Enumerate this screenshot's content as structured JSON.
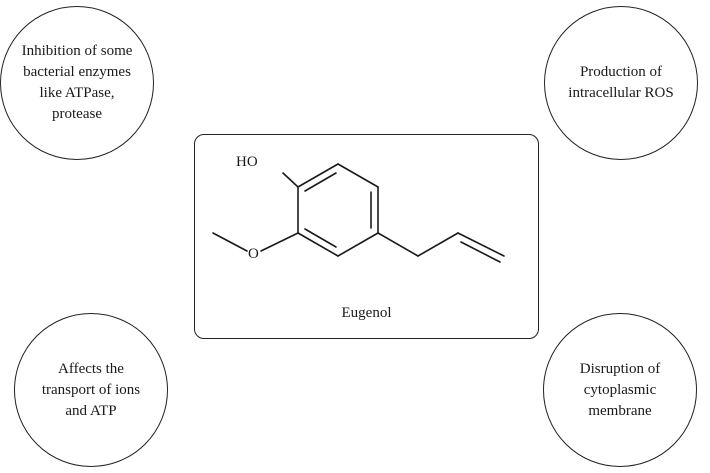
{
  "mechanisms": {
    "top_left": [
      "Inhibition of some",
      "bacterial enzymes",
      "like ATPase,",
      "protease"
    ],
    "top_right": [
      "Production of",
      "intracellular ROS"
    ],
    "bottom_left": [
      "Affects the",
      "transport of ions",
      "and ATP"
    ],
    "bottom_right": [
      "Disruption of",
      "cytoplasmic",
      "membrane"
    ]
  },
  "compound": {
    "name": "Eugenol",
    "atoms": {
      "hydroxyl": "HO",
      "methoxy_oxygen": "O"
    }
  }
}
